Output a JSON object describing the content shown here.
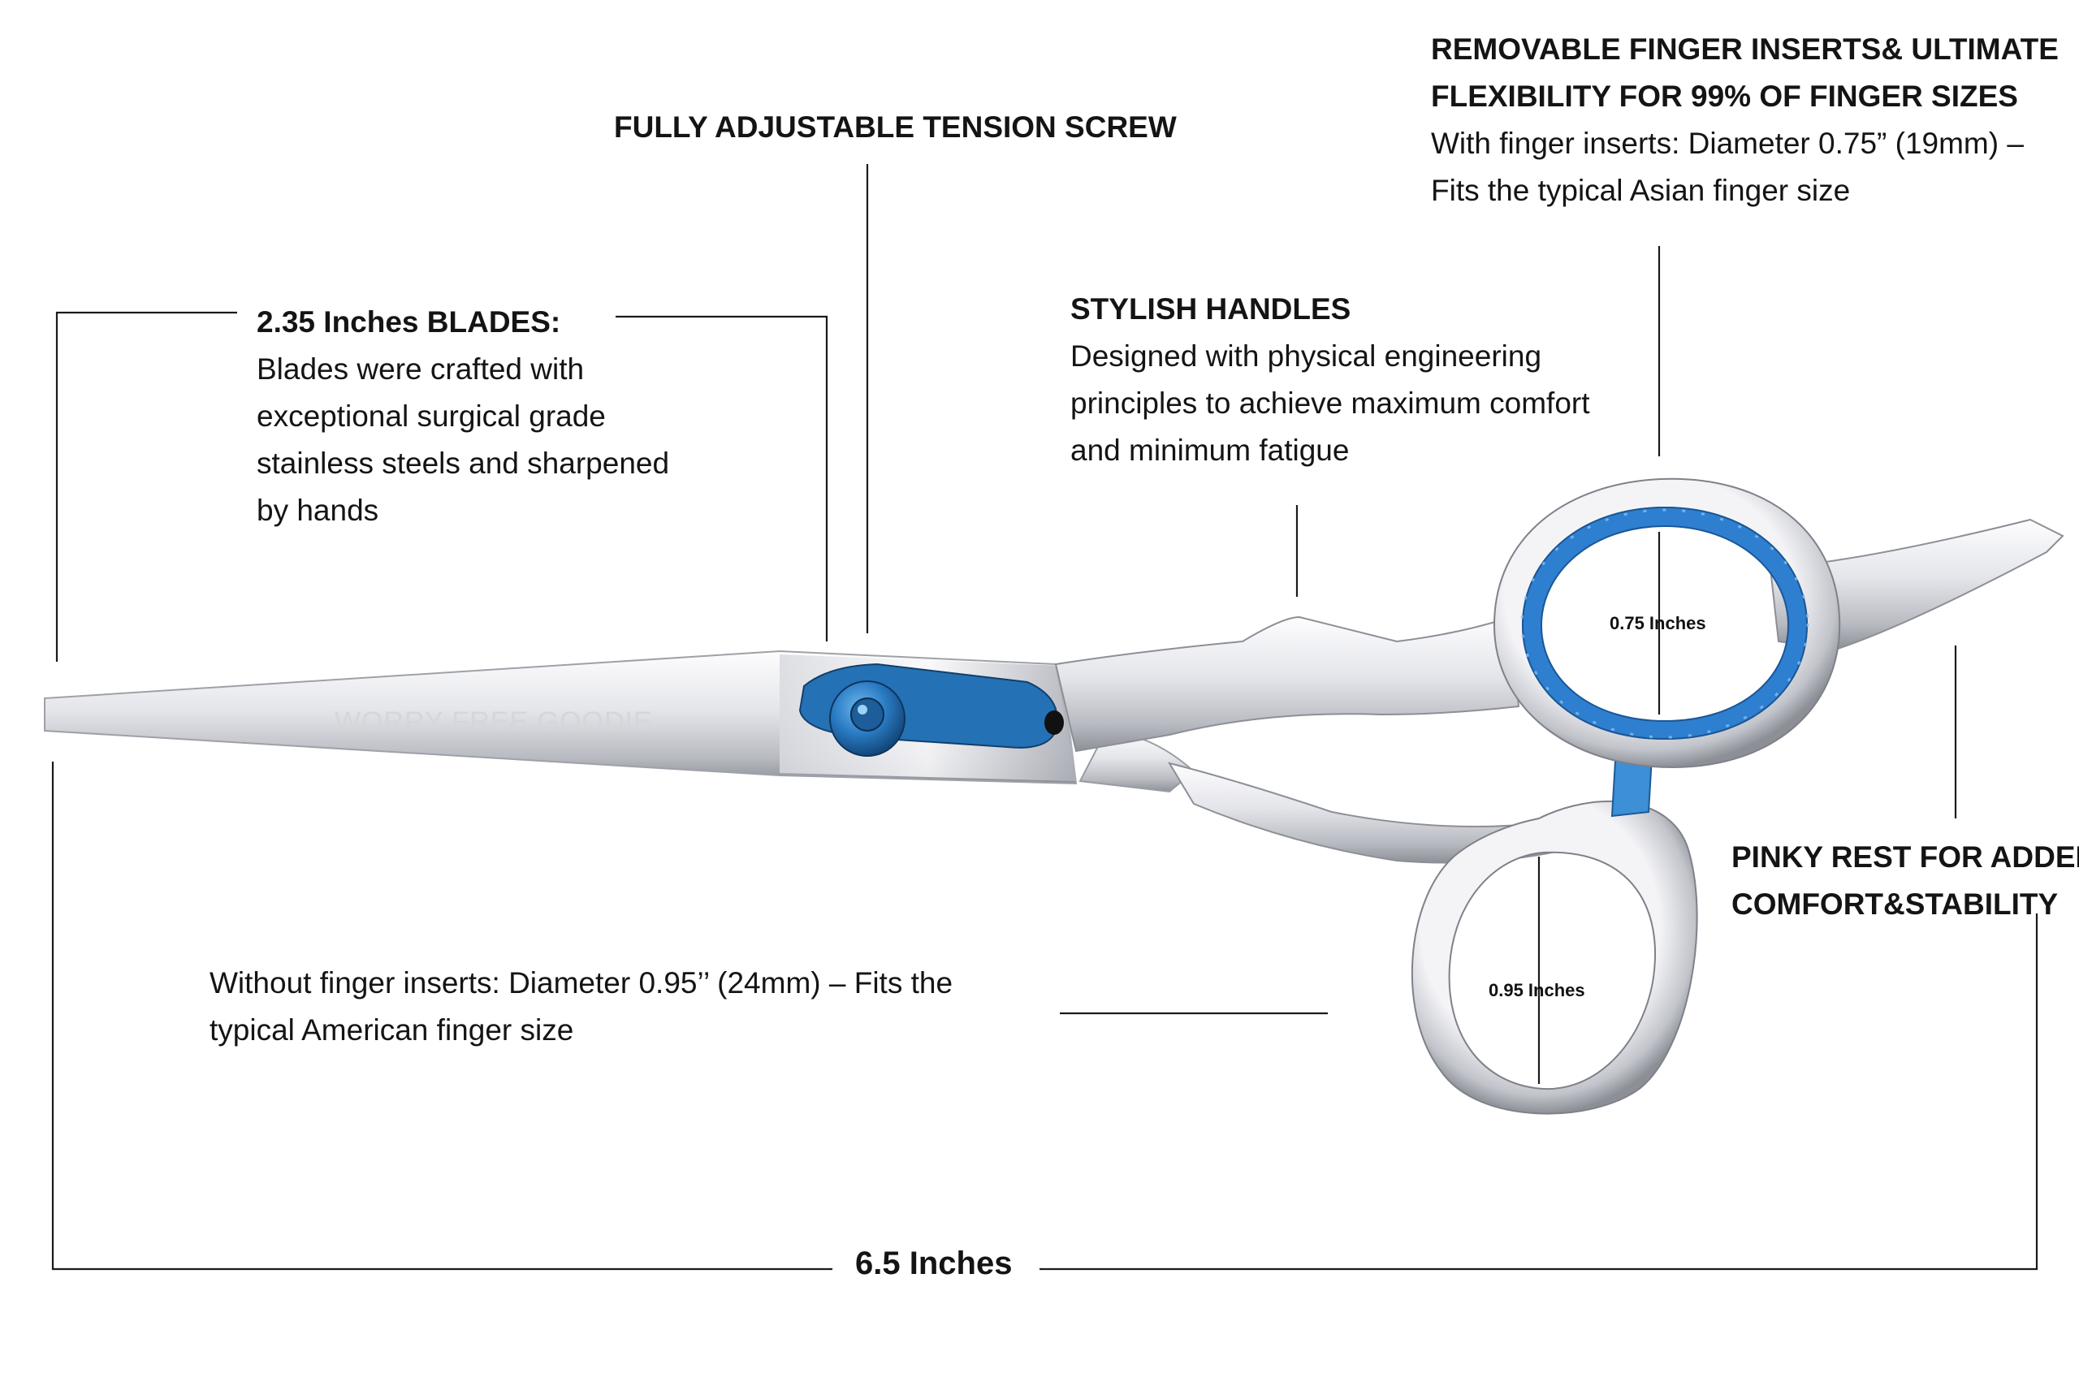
{
  "callouts": {
    "tension_screw": {
      "title": "FULLY ADJUSTABLE TENSION SCREW"
    },
    "finger_inserts": {
      "title_line1": "REMOVABLE FINGER INSERTS& ULTIMATE",
      "title_line2": "FLEXIBILITY FOR 99% OF FINGER SIZES",
      "body_line1": "With finger inserts: Diameter 0.75” (19mm) –",
      "body_line2": "Fits the typical Asian finger size"
    },
    "blades": {
      "title": "2.35 Inches BLADES:",
      "body_line1": "Blades were crafted with",
      "body_line2": "exceptional surgical grade",
      "body_line3": "stainless steels and sharpened",
      "body_line4": "by hands"
    },
    "handles": {
      "title": "STYLISH HANDLES",
      "body_line1": "Designed with physical engineering",
      "body_line2": "principles to achieve maximum comfort",
      "body_line3": "and minimum fatigue"
    },
    "pinky_rest": {
      "title_line1": "PINKY REST FOR ADDED",
      "title_line2": "COMFORT&STABILITY"
    },
    "without_inserts": {
      "body_line1": "Without finger inserts: Diameter 0.95’’ (24mm) – Fits the",
      "body_line2": "typical American finger size"
    }
  },
  "dimensions": {
    "upper_ring": "0.75 Inches",
    "lower_ring": "0.95 Inches",
    "total_length": "6.5 Inches"
  },
  "brand_engraving": "WORRY FREE GOODIE",
  "colors": {
    "steel_light": "#f3f3f5",
    "steel_mid": "#c8c9cf",
    "steel_dark": "#8a8c94",
    "insert_blue": "#2e7fd0",
    "screw_blue": "#1f6fb8"
  }
}
